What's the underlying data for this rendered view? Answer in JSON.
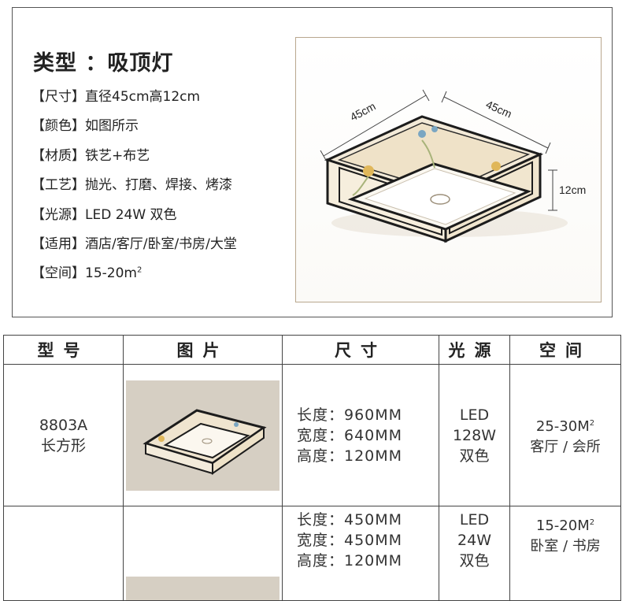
{
  "spec": {
    "title": "类型 ：吸顶灯",
    "rows": [
      {
        "label": "【尺寸】",
        "value": "直径45cm高12cm"
      },
      {
        "label": "【颜色】",
        "value": "如图所示"
      },
      {
        "label": "【材质】",
        "value": "铁艺+布艺"
      },
      {
        "label": "【工艺】",
        "value": "抛光、打磨、焊接、烤漆"
      },
      {
        "label": "【光源】",
        "value": "LED 24W 双色"
      },
      {
        "label": "【适用】",
        "value": "酒店/客厅/卧室/书房/大堂"
      },
      {
        "label": "【空间】",
        "value": "15-20m",
        "sup": "2"
      }
    ],
    "diagram": {
      "width_label": "45cm",
      "depth_label": "45cm",
      "height_label": "12cm"
    }
  },
  "table": {
    "headers": [
      "型号",
      "图片",
      "尺寸",
      "光源",
      "空间"
    ],
    "rows": [
      {
        "model": "8803A",
        "shape": "长方形",
        "dims": [
          "长度：960MM",
          "宽度：640MM",
          "高度：120MM"
        ],
        "light": [
          "LED",
          "128W",
          "双色"
        ],
        "space": "25-30M",
        "space_sup": "2",
        "rooms": "客厅 / 会所"
      },
      {
        "model": "",
        "shape": "",
        "dims": [
          "长度：450MM",
          "宽度：450MM",
          "高度：120MM"
        ],
        "light": [
          "LED",
          "24W",
          "双色"
        ],
        "space": "15-20M",
        "space_sup": "2",
        "rooms": "卧室 / 书房"
      }
    ]
  },
  "colors": {
    "frame": "#1c1c1c",
    "shade": "#f4ecdc",
    "flower": "#e0b75a",
    "leaf": "#7aa6c2"
  }
}
